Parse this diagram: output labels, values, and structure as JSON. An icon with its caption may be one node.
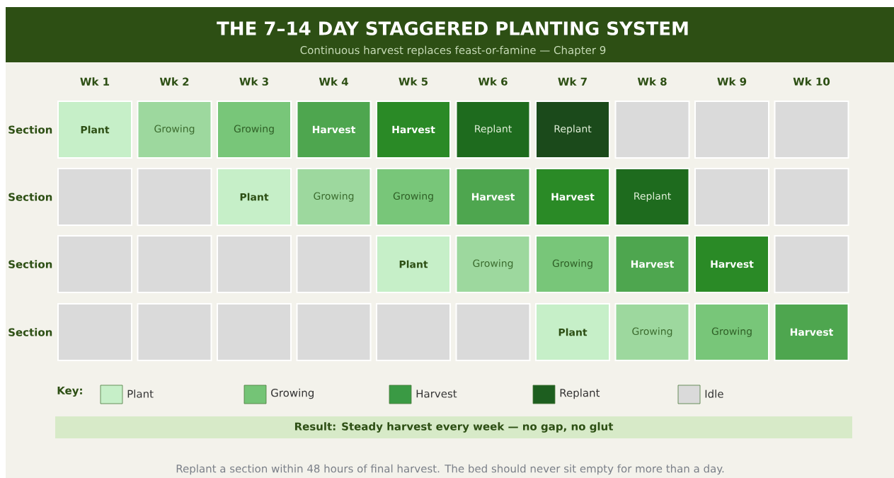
{
  "diagram": {
    "title": "THE 7–14 DAY STAGGERED PLANTING SYSTEM",
    "caption": "Replant a section within 48 hours of final harvest. The bed should never sit empty for more than a day.",
    "nodes": [
      {
        "text": [
          "Plant"
        ]
      },
      {
        "text": [
          "Growing"
        ]
      },
      {
        "text": [
          "Growing"
        ]
      },
      {
        "text": [
          "Harvest"
        ]
      },
      {
        "text": [
          "Harvest"
        ]
      },
      {
        "text": [
          "Replant"
        ]
      },
      {
        "text": [
          "Replant"
        ]
      },
      {
        "text": [],
        "shape": "box"
      },
      {
        "text": [],
        "shape": "box"
      },
      {
        "text": [],
        "shape": "box"
      },
      {
        "text": [],
        "shape": "box"
      },
      {
        "text": [],
        "shape": "box"
      },
      {
        "text": [
          "Plant"
        ]
      },
      {
        "text": [
          "Growing"
        ]
      },
      {
        "text": [
          "Growing"
        ]
      },
      {
        "text": [
          "Harvest"
        ]
      },
      {
        "text": [
          "Harvest"
        ]
      },
      {
        "text": [
          "Replant"
        ]
      },
      {
        "text": [],
        "shape": "box"
      },
      {
        "text": [],
        "shape": "box"
      },
      {
        "text": [],
        "shape": "box"
      },
      {
        "text": [],
        "shape": "box"
      },
      {
        "text": [],
        "shape": "box"
      },
      {
        "text": [],
        "shape": "box"
      },
      {
        "text": [
          "Plant"
        ]
      },
      {
        "text": [
          "Growing"
        ]
      },
      {
        "text": [
          "Growing"
        ]
      },
      {
        "text": [
          "Harvest"
        ]
      },
      {
        "text": [
          "Harvest"
        ]
      },
      {
        "text": [],
        "shape": "box"
      },
      {
        "text": [],
        "shape": "box"
      },
      {
        "text": [],
        "shape": "box"
      },
      {
        "text": [],
        "shape": "box"
      },
      {
        "text": [],
        "shape": "box"
      },
      {
        "text": [],
        "shape": "box"
      },
      {
        "text": [],
        "shape": "box"
      },
      {
        "text": [
          "Plant"
        ]
      },
      {
        "text": [
          "Growing"
        ]
      },
      {
        "text": [
          "Growing"
        ]
      },
      {
        "text": [
          "Harvest"
        ]
      },
      {
        "text": [
          "Result: Steady harvest every week — no gap, no glut"
        ]
      }
    ],
    "labels": [
      "Continuous harvest replaces feast-or-famine — Chapter 9",
      "Wk 1",
      "Wk 2",
      "Wk 3",
      "Wk 4",
      "Wk 5",
      "Wk 6",
      "Wk 7",
      "Wk 8",
      "Wk 9",
      "Wk 10",
      "Section",
      "Section",
      "Section",
      "Section",
      "Key:"
    ],
    "legend": [
      {
        "text": "Plant",
        "color": "#c6efc8"
      },
      {
        "text": "Growing",
        "color": "#74c476"
      },
      {
        "text": "Harvest",
        "color": "#3a9a44"
      },
      {
        "text": "Replant",
        "color": "#1d5e1f"
      },
      {
        "text": "Idle",
        "color": "#dadada"
      }
    ]
  }
}
